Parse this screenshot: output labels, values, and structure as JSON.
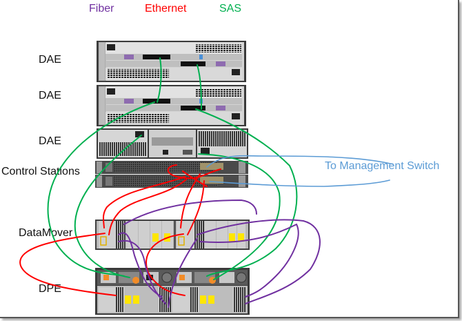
{
  "legend": [
    {
      "label": "Fiber",
      "color": "#7030a0"
    },
    {
      "label": "Ethernet",
      "color": "#ff0000"
    },
    {
      "label": "SAS",
      "color": "#00b050"
    }
  ],
  "rack_labels": {
    "dae_1": "DAE",
    "dae_2": "DAE",
    "dae_3": "DAE",
    "control_stations": "Control Stations",
    "datamover": "DataMover",
    "dpe": "DPE"
  },
  "annotation": {
    "text": "To Management Switch",
    "color": "#5b9bd5"
  },
  "colors": {
    "fiber": "#7030a0",
    "ethernet": "#ff0000",
    "sas": "#00b050",
    "management": "#5b9bd5",
    "chassis": "#3a3a3a",
    "panel": "#c8c8c8",
    "handle_yellow": "#ffe600",
    "power_orange": "#f28c28"
  }
}
